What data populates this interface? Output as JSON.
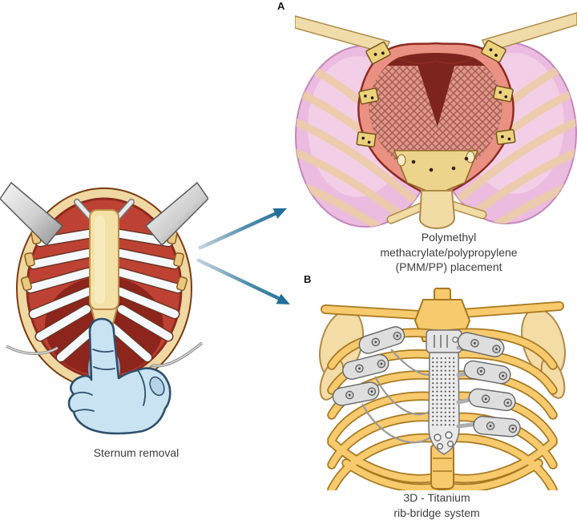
{
  "panels": {
    "sternum_removal": {
      "caption": "Sternum removal",
      "illustration": "open-chest-retractors-pointing-gloved-hand"
    },
    "pmm_pp": {
      "label": "A",
      "caption_line1": "Polymethyl",
      "caption_line2": "methacrylate/polypropylene",
      "caption_line3": "(PMM/PP) placement",
      "illustration": "chest-mesh-patch-over-sternal-defect"
    },
    "titanium": {
      "label": "B",
      "caption_line1": "3D - Titanium",
      "caption_line2": "rib-bridge system",
      "illustration": "rib-cage-titanium-sternum-implant-rib-clamps"
    }
  },
  "arrows": {
    "from": "sternum_removal",
    "to_top": "pmm_pp",
    "to_bottom": "titanium",
    "color": "#1F6F99"
  },
  "colors": {
    "background": "#FFFFFF",
    "arrow_blue": "#1F6F99",
    "bone_tan": "#F2DCA4",
    "rib_gold": "#F7CA6E",
    "muscle_red": "#BE4233",
    "deep_red": "#7C241D",
    "lung_pink": "#EBBCDF",
    "mesh_salmon": "#DE978A",
    "glove_blue": "#C9E3F2",
    "titanium_gray": "#E4E4E4",
    "caption_text": "#3D3D3D"
  }
}
